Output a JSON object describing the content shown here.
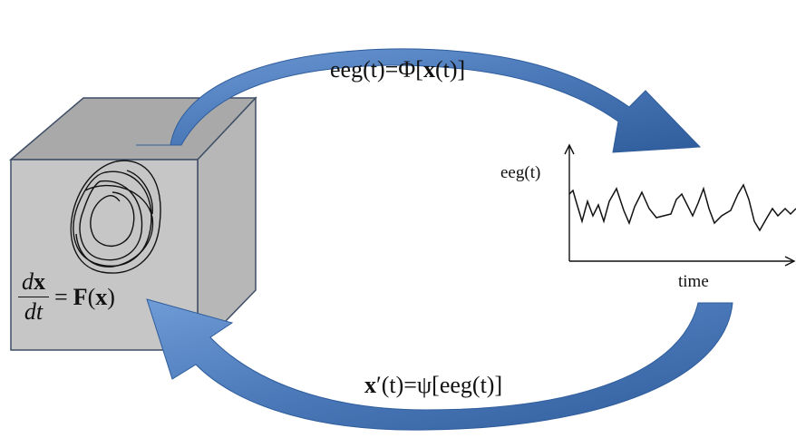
{
  "top_equation": {
    "prefix": "eeg(t)=Φ[",
    "bold": "x",
    "suffix": "(t)]"
  },
  "bottom_equation": {
    "bold": "x",
    "suffix": "′(t)=ψ[eeg(t)]"
  },
  "dynamics_equation": {
    "num_d": "d",
    "num_x": "x",
    "den": "dt",
    "equals": "=",
    "F": "F",
    "arg_open": "(",
    "arg_x": "x",
    "arg_close": ")"
  },
  "signal_plot": {
    "y_label": "eeg(t)",
    "x_label": "time"
  },
  "colors": {
    "arrow": "#4a78b8",
    "cube_front": "#c6c6c6",
    "cube_top": "#a9a9a9",
    "cube_side": "#b7b7b7"
  }
}
